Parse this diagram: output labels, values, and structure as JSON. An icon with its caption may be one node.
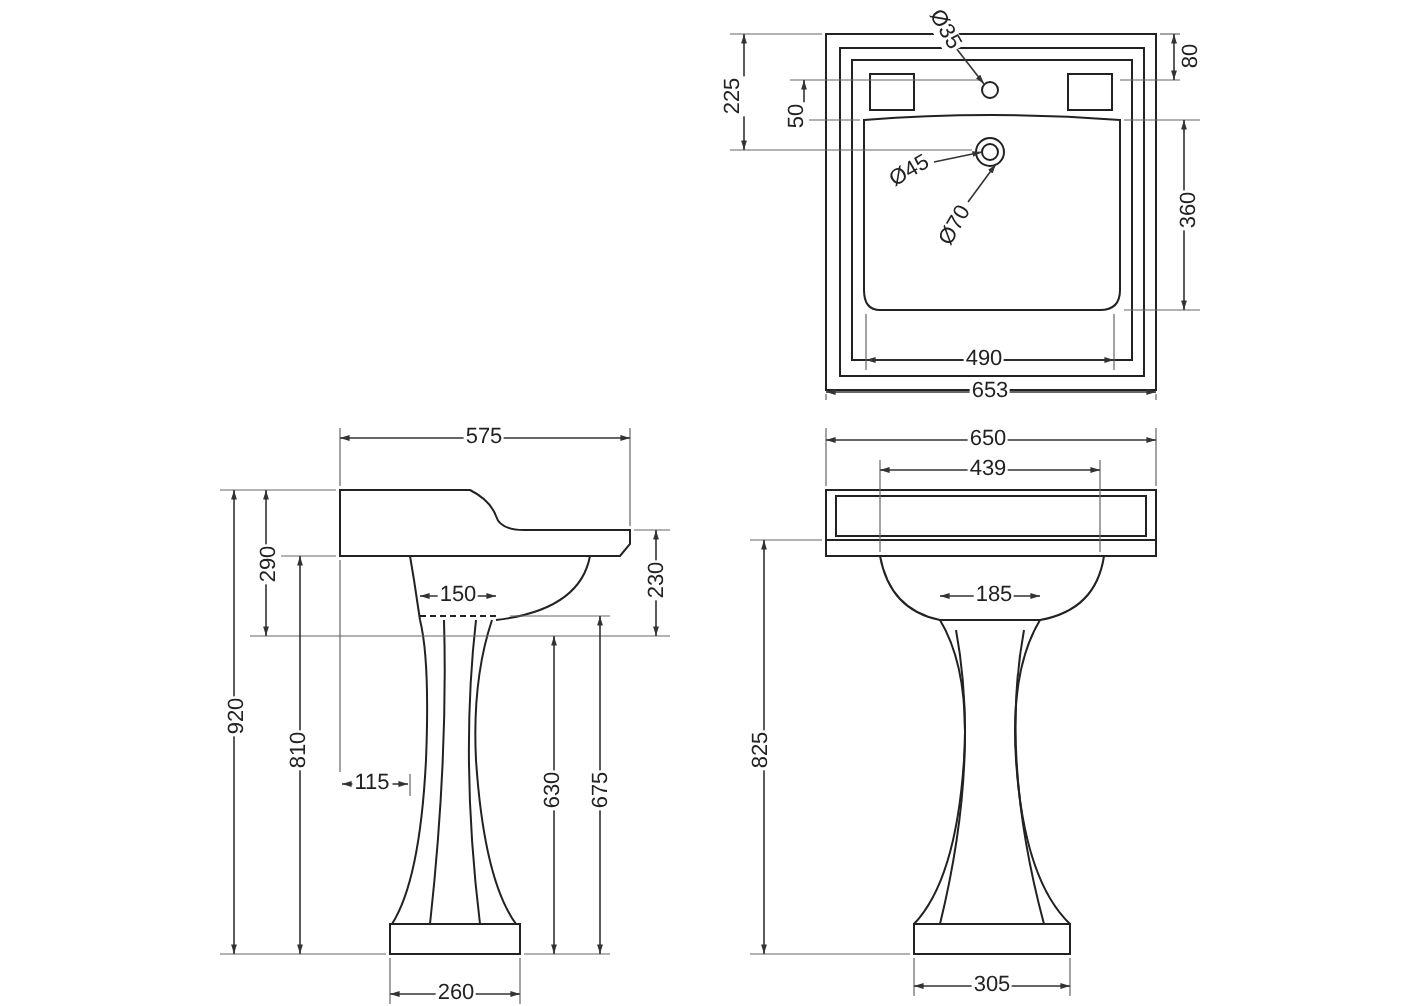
{
  "diagram": {
    "nodes": [
      {
        "text": [
          "Ø35"
        ]
      },
      {
        "text": [
          "Ø45"
        ]
      },
      {
        "text": [
          "Ø70"
        ]
      },
      {
        "text": [],
        "shape": "circle"
      },
      {
        "text": [],
        "shape": "circle"
      },
      {
        "text": [],
        "shape": "circle",
        "in": 4
      }
    ],
    "edges": [
      {
        "from": 0,
        "to": 3,
        "arrow": "to"
      },
      {
        "from": 1,
        "to": 5,
        "arrow": "to"
      },
      {
        "from": 2,
        "to": 4,
        "arrow": "to"
      }
    ],
    "labels": [
      "225",
      "50",
      "80",
      "360",
      "490",
      "653",
      "575",
      "650",
      "439",
      "290",
      "230",
      "150",
      "185",
      "920",
      "810",
      "115",
      "630",
      "675",
      "825",
      "260",
      "305"
    ]
  }
}
